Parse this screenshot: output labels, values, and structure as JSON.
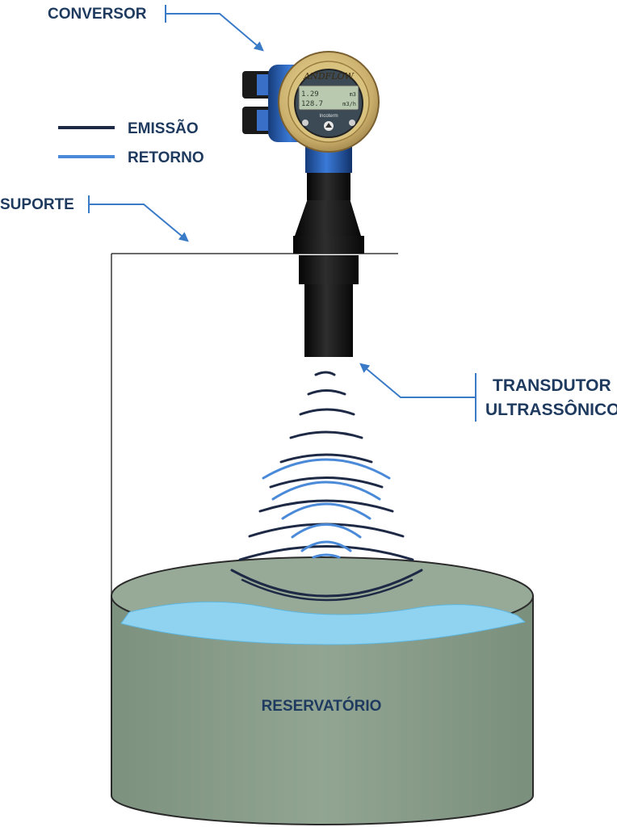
{
  "labels": {
    "conversor": "CONVERSOR",
    "suporte": "SUPORTE",
    "transdutor_line1": "TRANSDUTOR",
    "transdutor_line2": "ULTRASSÔNICO",
    "reservatorio": "RESERVATÓRIO"
  },
  "legend": {
    "emissao": "EMISSÃO",
    "retorno": "RETORNO"
  },
  "device": {
    "brand": "ANDFLOW",
    "display_line1": "1.29",
    "display_unit1": "m3",
    "display_line2": "128.7",
    "display_unit2": "m3/h",
    "display_caption": "Incoterm"
  },
  "colors": {
    "emission": "#1e2a45",
    "return": "#4a8ad8",
    "label_text": "#1f3a5f",
    "callout_arrow": "#3a7bc8",
    "tank_body": "#8b9f8c",
    "water": "#8fd3f0",
    "converter_blue": "#2a62b8",
    "transducer_black": "#151515"
  },
  "icons": {
    "converter": "ultrasonic-converter-icon",
    "transducer": "ultrasonic-transducer-icon",
    "reservoir": "reservoir-tank-icon"
  }
}
